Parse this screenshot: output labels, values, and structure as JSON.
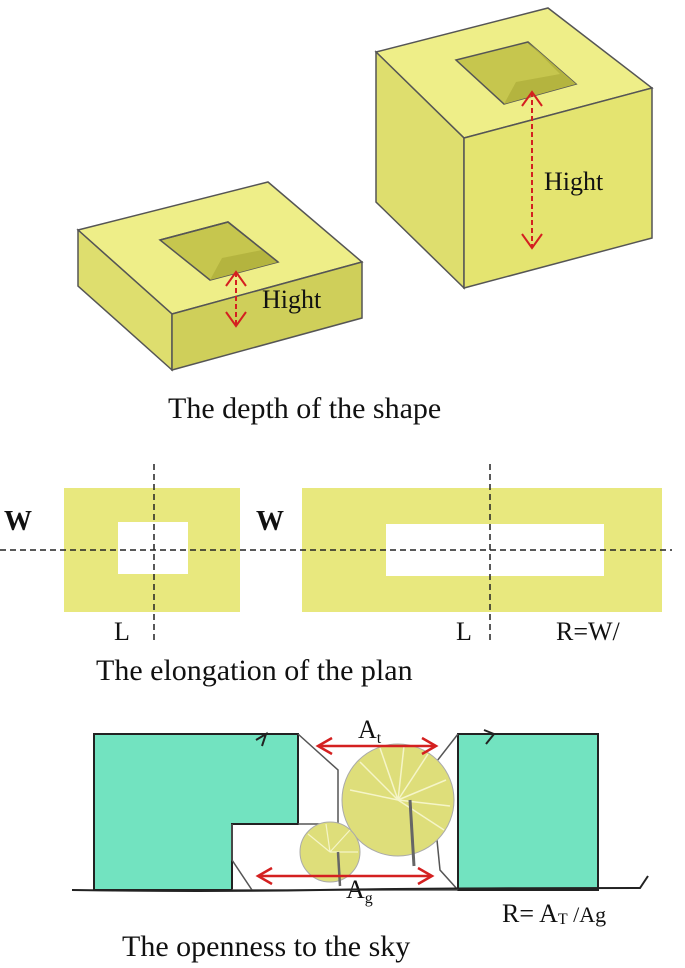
{
  "panel1": {
    "caption": "The depth of the shape",
    "height_label_small": "Hight",
    "height_label_large": "Hight"
  },
  "panel2": {
    "caption": "The elongation of the plan",
    "width_label_left": "W",
    "length_label_left": "L",
    "width_label_right": "W",
    "length_label_right": "L",
    "ratio_label": "R=W/"
  },
  "panel3": {
    "caption": "The openness to the sky",
    "top_area_label": "A",
    "top_area_sub": "t",
    "ground_area_label": "A",
    "ground_area_sub": "g",
    "ratio_label": "R= A",
    "ratio_sub": "T",
    "ratio_tail": " /Ag"
  },
  "colors": {
    "block_top": "#eeee88",
    "block_front": "#dede6e",
    "block_side": "#c6c64e",
    "plan_fill": "#e8e87e",
    "building_fill": "#72e3c0",
    "arrow_red": "#d42020",
    "tree_fill": "#dede7a"
  }
}
